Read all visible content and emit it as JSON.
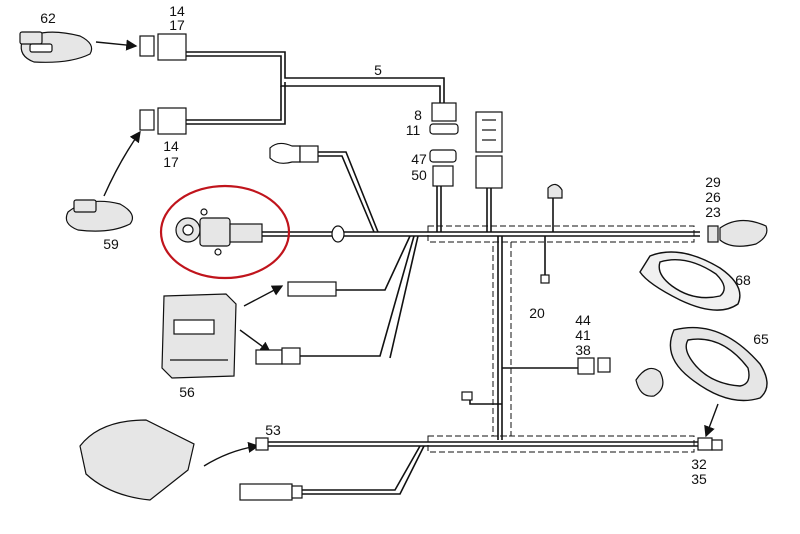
{
  "diagram": {
    "callouts": [
      {
        "id": "c62",
        "text": "62"
      },
      {
        "id": "c14a",
        "text": "14"
      },
      {
        "id": "c17a",
        "text": "17"
      },
      {
        "id": "c5",
        "text": "5"
      },
      {
        "id": "c8",
        "text": "8"
      },
      {
        "id": "c11",
        "text": "11"
      },
      {
        "id": "c14b",
        "text": "14"
      },
      {
        "id": "c17b",
        "text": "17"
      },
      {
        "id": "c47",
        "text": "47"
      },
      {
        "id": "c50",
        "text": "50"
      },
      {
        "id": "c29",
        "text": "29"
      },
      {
        "id": "c26",
        "text": "26"
      },
      {
        "id": "c23",
        "text": "23"
      },
      {
        "id": "c59",
        "text": "59"
      },
      {
        "id": "c68",
        "text": "68"
      },
      {
        "id": "c20",
        "text": "20"
      },
      {
        "id": "c44",
        "text": "44"
      },
      {
        "id": "c41",
        "text": "41"
      },
      {
        "id": "c38",
        "text": "38"
      },
      {
        "id": "c65",
        "text": "65"
      },
      {
        "id": "c56",
        "text": "56"
      },
      {
        "id": "c53",
        "text": "53"
      },
      {
        "id": "c32",
        "text": "32"
      },
      {
        "id": "c35",
        "text": "35"
      }
    ],
    "colors": {
      "line": "#111111",
      "highlight_circle": "#c0141c",
      "part_fill": "#e6e6e6",
      "background": "#ffffff"
    }
  }
}
